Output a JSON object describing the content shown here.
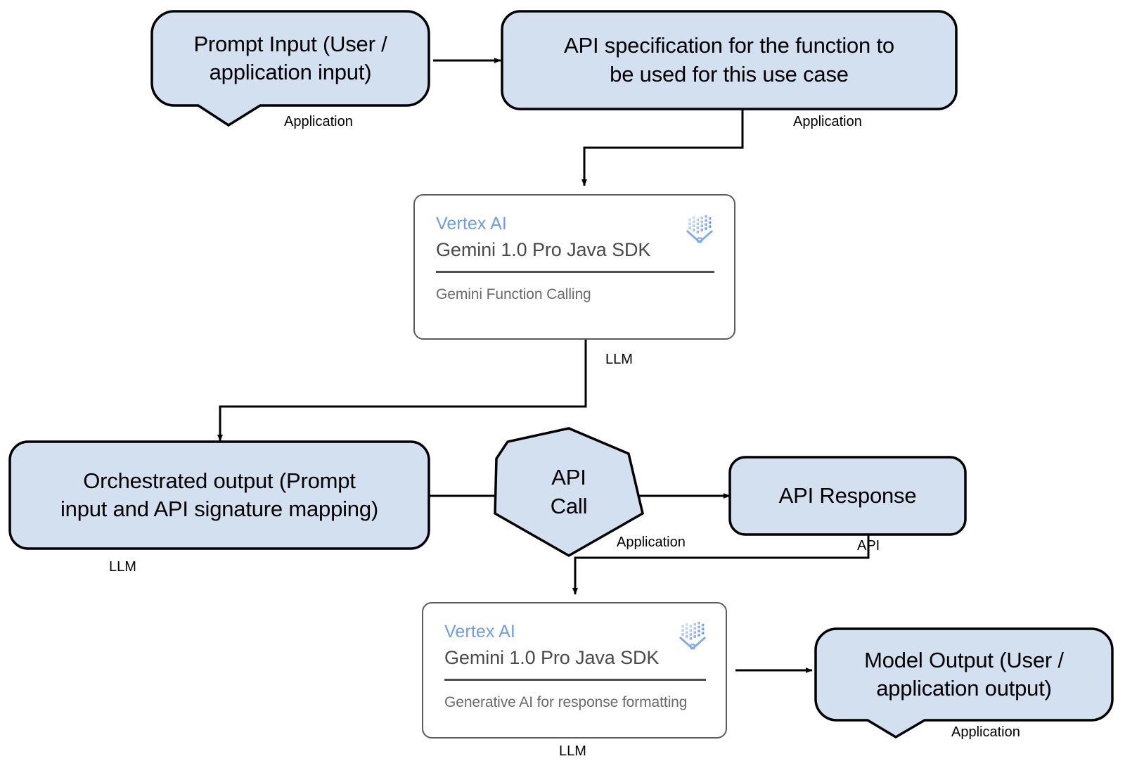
{
  "diagram": {
    "title": "Gemini Function Calling flow",
    "colors": {
      "node_fill": "#d3e0ef",
      "node_stroke": "#000000",
      "card_stroke": "#5b5b5b",
      "brand_blue": "#6d9bf1",
      "card_title_gray": "#4a4a4a",
      "card_sub_gray": "#6a6a6a",
      "connector": "#000000",
      "background": "#ffffff"
    },
    "nodes": [
      {
        "id": "prompt-input",
        "shape": "callout",
        "label": "Prompt Input (User / application input)",
        "tag": "Application"
      },
      {
        "id": "api-specification",
        "shape": "rounded-rect",
        "label": "API specification for the function to be used for this use case",
        "tag": "Application"
      },
      {
        "id": "vertex-ai-function-calling",
        "shape": "card",
        "brand": "Vertex AI",
        "title": "Gemini 1.0 Pro Java SDK",
        "subtitle": "Gemini Function Calling",
        "logo": "vertex-ai-logo",
        "tag": "LLM"
      },
      {
        "id": "orchestrated-output",
        "shape": "rounded-rect",
        "label": "Orchestrated output (Prompt input and API signature mapping)",
        "tag": "LLM"
      },
      {
        "id": "api-call",
        "shape": "heptagon",
        "label": "API Call",
        "tag": "Application"
      },
      {
        "id": "api-response",
        "shape": "rounded-rect",
        "label": "API Response",
        "tag": "API"
      },
      {
        "id": "vertex-ai-response-formatting",
        "shape": "card",
        "brand": "Vertex AI",
        "title": "Gemini 1.0 Pro Java SDK",
        "subtitle": "Generative AI for response formatting",
        "logo": "vertex-ai-logo",
        "tag": "LLM"
      },
      {
        "id": "model-output",
        "shape": "callout",
        "label": "Model Output (User / application output)",
        "tag": "Application"
      }
    ],
    "node_text": {
      "prompt_input_line1": "Prompt Input (User /",
      "prompt_input_line2": "application input)",
      "api_specification_line1": "API specification for the function to",
      "api_specification_line2": "be used for this use case",
      "orchestrated_output_line1": "Orchestrated output (Prompt",
      "orchestrated_output_line2": "input and API signature mapping)",
      "api_call_line1": "API",
      "api_call_line2": "Call",
      "api_response": "API Response",
      "model_output_line1": "Model Output (User /",
      "model_output_line2": "application output)"
    },
    "cards": {
      "top": {
        "brand": "Vertex AI",
        "title": "Gemini 1.0 Pro Java SDK",
        "subtitle": "Gemini Function Calling"
      },
      "bottom": {
        "brand": "Vertex AI",
        "title": "Gemini 1.0 Pro Java SDK",
        "subtitle": "Generative AI for response formatting"
      }
    },
    "edge_labels": {
      "prompt_input_tag": "Application",
      "api_specification_tag": "Application",
      "vertex_top_tag": "LLM",
      "orchestrated_output_tag": "LLM",
      "api_call_tag": "Application",
      "api_response_tag": "API",
      "vertex_bottom_tag": "LLM",
      "model_output_tag": "Application"
    },
    "edges": [
      {
        "from": "prompt-input",
        "to": "api-specification"
      },
      {
        "from": "api-specification",
        "to": "vertex-ai-function-calling"
      },
      {
        "from": "vertex-ai-function-calling",
        "to": "orchestrated-output"
      },
      {
        "from": "orchestrated-output",
        "to": "api-call"
      },
      {
        "from": "api-call",
        "to": "api-response"
      },
      {
        "from": "api-response",
        "to": "vertex-ai-response-formatting"
      },
      {
        "from": "vertex-ai-response-formatting",
        "to": "model-output"
      }
    ]
  }
}
